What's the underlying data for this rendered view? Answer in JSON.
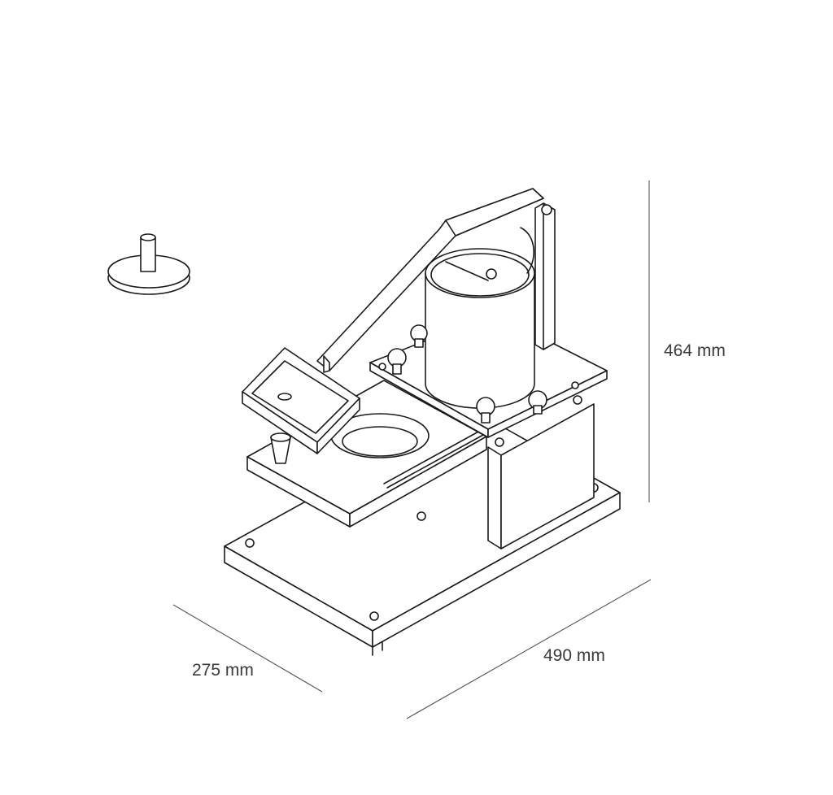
{
  "dimensions": {
    "height": "464 mm",
    "length": "490 mm",
    "depth": "275 mm"
  },
  "colors": {
    "line": "#1a1a1a",
    "dimension_line": "#555555",
    "background": "#ffffff"
  }
}
